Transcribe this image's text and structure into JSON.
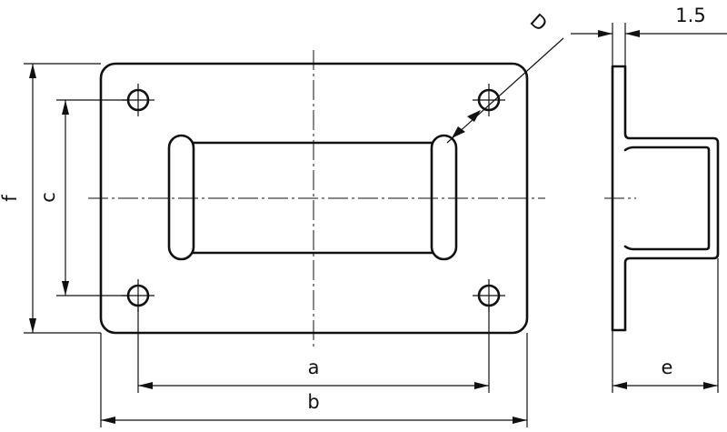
{
  "dimensions": {
    "a": "a",
    "b": "b",
    "c": "c",
    "f": "f",
    "e": "e",
    "D": "D",
    "thickness": "1.5"
  }
}
